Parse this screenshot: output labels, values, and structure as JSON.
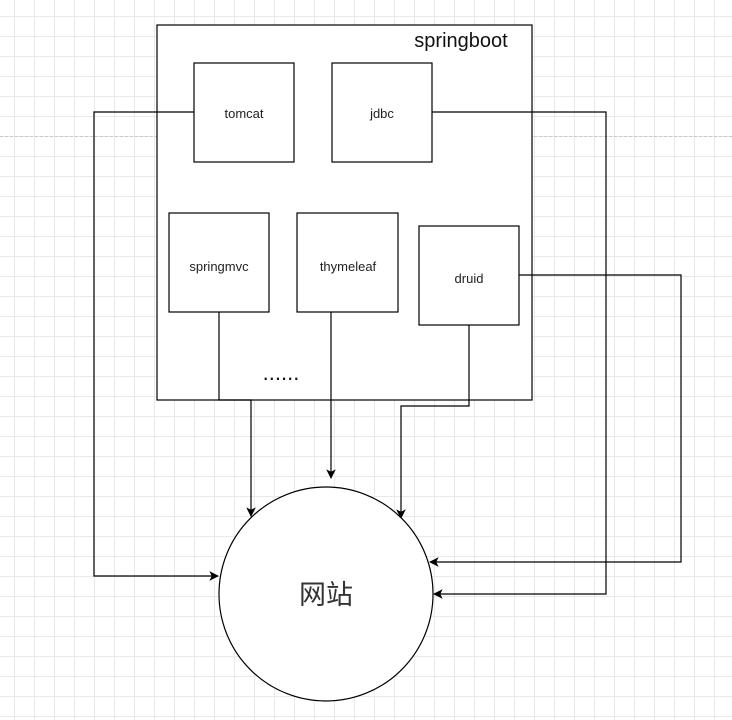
{
  "diagram": {
    "container_title": "springboot",
    "boxes": {
      "tomcat": "tomcat",
      "jdbc": "jdbc",
      "springmvc": "springmvc",
      "thymeleaf": "thymeleaf",
      "druid": "druid"
    },
    "ellipsis": "......",
    "target": "网站"
  }
}
